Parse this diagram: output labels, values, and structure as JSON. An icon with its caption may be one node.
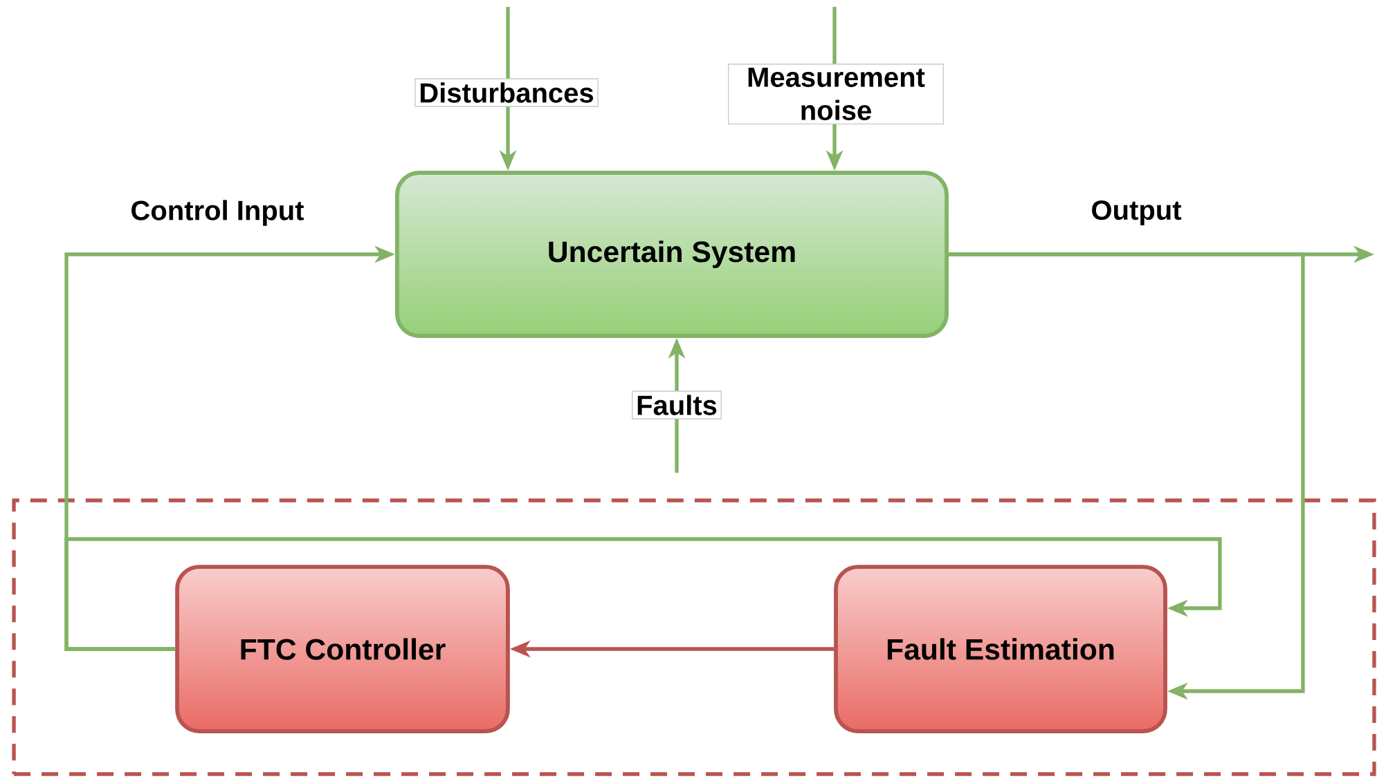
{
  "diagram": {
    "nodes": [
      {
        "text": [
          "Uncertain System"
        ]
      },
      {
        "text": [],
        "shape": "box"
      },
      {
        "text": [
          "FTC Controller"
        ],
        "in": 1
      },
      {
        "text": [
          "Fault Estimation"
        ],
        "in": 1
      }
    ],
    "edges": [
      {
        "from": null,
        "to": 0,
        "arrow": "to",
        "label": "Disturbances"
      },
      {
        "from": null,
        "to": 0,
        "arrow": "to",
        "label": "Measurement noise"
      },
      {
        "from": null,
        "to": 0,
        "arrow": "to",
        "label": "Faults"
      },
      {
        "from": 2,
        "to": 0,
        "arrow": "to",
        "label": "Control Input"
      },
      {
        "from": 0,
        "to": null,
        "arrow": "to",
        "label": "Output"
      },
      {
        "from": 0,
        "to": 3,
        "arrow": "to"
      },
      {
        "from": 2,
        "to": 3,
        "arrow": "to"
      },
      {
        "from": 3,
        "to": 2,
        "arrow": "to",
        "color": "#b85450"
      }
    ]
  }
}
